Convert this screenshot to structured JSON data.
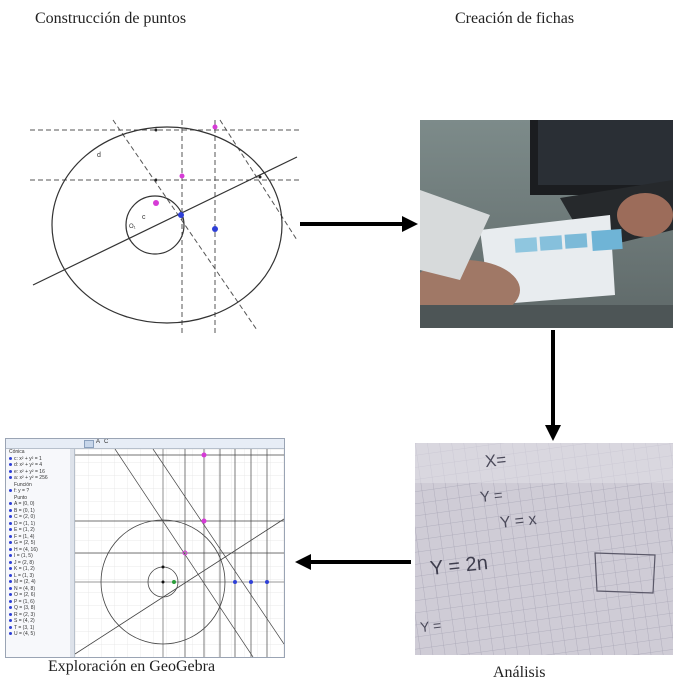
{
  "captions": {
    "top_left": "Construcción de puntos",
    "top_right": "Creación de fichas",
    "bottom_left": "Exploración en GeoGebra",
    "bottom_right": "Análisis"
  },
  "photo_analysis": {
    "handwriting": [
      "X=",
      "Y =",
      "Y = x",
      "Y = 2n",
      "Y ="
    ]
  },
  "geogebra": {
    "toolbar_symbols": [
      "A",
      "C"
    ],
    "algebra_header": "Cónica",
    "algebra_rows": [
      "c: x² + y² = 1",
      "d: x² + y² = 4",
      "e: x² + y² = 16",
      "a: x² + y² = 256",
      "Función",
      "f: y = ?",
      "Punto",
      "A = (0, 0)",
      "B = (0, 1)",
      "C = (2, 0)",
      "D = (1, 1)",
      "E = (1, 2)",
      "F = (1, 4)",
      "G = (2, 5)",
      "H = (4, 16)",
      "I = (1, 5)",
      "J = (2, 8)",
      "K = (1, 2)",
      "L = (1, 3)",
      "M = (2, 4)",
      "N = (4, 8)",
      "O = (2, 6)",
      "P = (1, 6)",
      "Q = (3, 8)",
      "R = (2, 3)",
      "S = (4, 2)",
      "T = (3, 1)",
      "U = (4, 5)"
    ]
  },
  "colors": {
    "arrow": "#000000",
    "pink_point": "#d63bd6",
    "blue_point": "#2e3fd6"
  }
}
